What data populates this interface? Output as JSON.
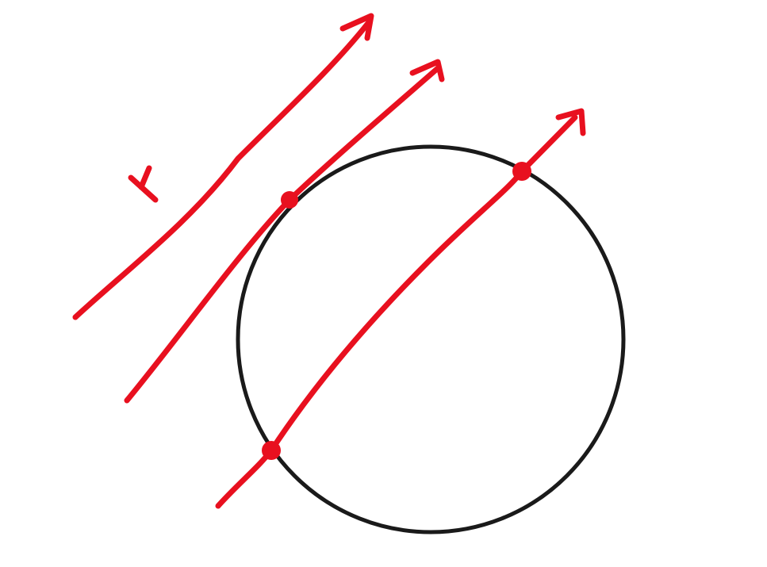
{
  "diagram": {
    "colors": {
      "background": "#ffffff",
      "circle": "#1a1a1a",
      "line": "#e8101f"
    },
    "circle": {
      "label": ""
    },
    "lines": [
      {
        "id": "tangent-free",
        "label": "",
        "intersections": 0
      },
      {
        "id": "tangent",
        "label": "",
        "intersections": 1
      },
      {
        "id": "secant",
        "label": "",
        "intersections": 2
      }
    ],
    "annotation": {
      "glyph": "r"
    }
  }
}
